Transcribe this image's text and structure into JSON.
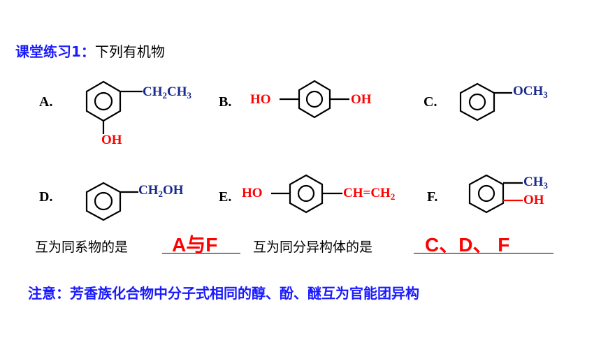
{
  "title": {
    "label": "课堂练习1：",
    "text": "下列有机物"
  },
  "options": {
    "A": {
      "letter": "A.",
      "sub_top": "CH",
      "sub_top_2": "2",
      "sub_top_3": "CH",
      "sub_top_4": "3",
      "sub_bottom": "OH"
    },
    "B": {
      "letter": "B.",
      "left": "HO",
      "right": "OH"
    },
    "C": {
      "letter": "C.",
      "right": "OCH",
      "right_sub": "3"
    },
    "D": {
      "letter": "D.",
      "right": "CH",
      "right_sub": "2",
      "right_2": "OH"
    },
    "E": {
      "letter": "E.",
      "left": "HO",
      "right": "CH=CH",
      "right_sub": "2"
    },
    "F": {
      "letter": "F.",
      "top": "CH",
      "top_sub": "3",
      "bottom": "OH"
    }
  },
  "question": {
    "homolog_prompt": "互为同系物的是",
    "homolog_answer": "A与F",
    "isomer_prompt": "互为同分异构体的是",
    "isomer_answer": "C、D、 F"
  },
  "note": "注意：芳香族化合物中分子式相同的醇、酚、醚互为官能团异构",
  "colors": {
    "blue": "#1a1aff",
    "navy": "#1a2a8c",
    "red": "#ff0000",
    "ring": "#000000"
  }
}
